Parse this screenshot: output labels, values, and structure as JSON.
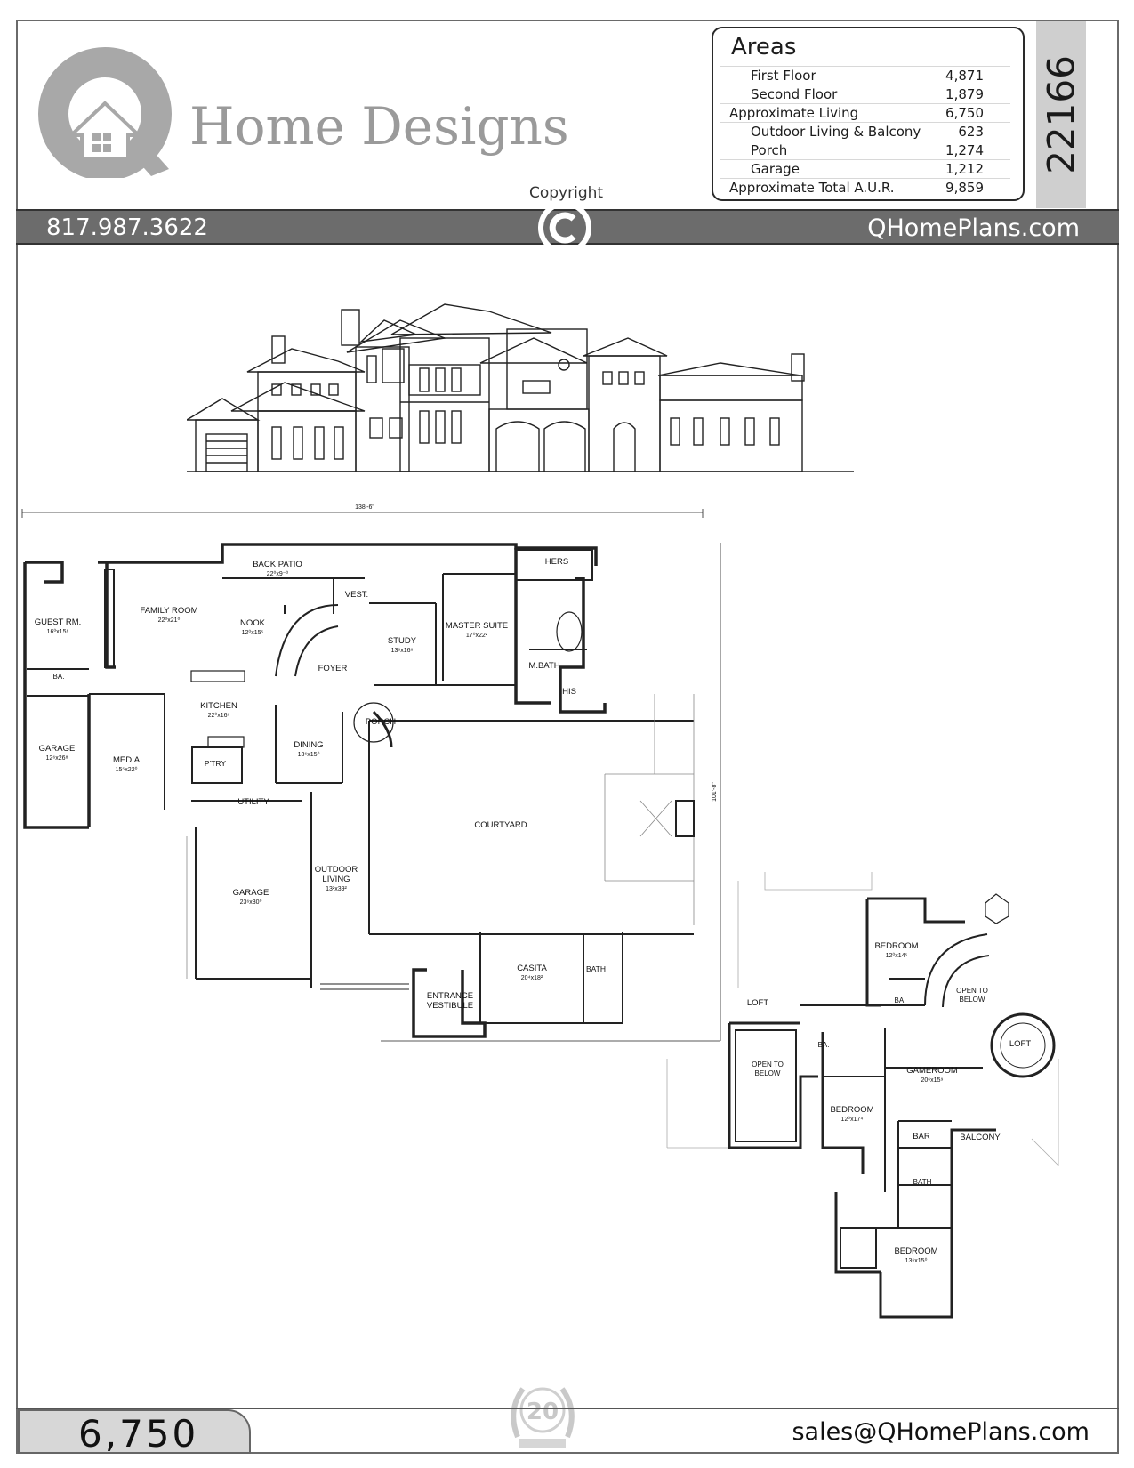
{
  "brand": {
    "name": "Home Designs",
    "phone": "817.987.3622",
    "website": "QHomePlans.com",
    "email": "sales@QHomePlans.com",
    "copyright": "Copyright"
  },
  "plan": {
    "number": "22166",
    "sqft": "6,750"
  },
  "areas": {
    "title": "Areas",
    "rows": [
      {
        "label": "First Floor",
        "value": "4,871"
      },
      {
        "label": "Second Floor",
        "value": "1,879"
      },
      {
        "label": "Approximate Living",
        "value": "6,750"
      },
      {
        "label": "Outdoor Living & Balcony",
        "value": "623"
      },
      {
        "label": "Porch",
        "value": "1,274"
      },
      {
        "label": "Garage",
        "value": "1,212"
      },
      {
        "label": "Approximate Total A.U.R.",
        "value": "9,859"
      }
    ]
  },
  "first_floor": {
    "overall_width": "138'-6\"",
    "overall_depth": "101'-8\"",
    "rooms": {
      "back_patio": "BACK PATIO",
      "back_patio_dim": "22⁰x9⁻⁰",
      "family_room": "FAMILY ROOM",
      "family_room_dim": "22⁰x21⁰",
      "guest_rm": "GUEST RM.",
      "guest_rm_dim": "16⁰x15⁸",
      "nook": "NOOK",
      "nook_dim": "12⁰x15⁵",
      "vest": "VEST.",
      "hers": "HERS",
      "master_suite": "MASTER SUITE",
      "master_suite_dim": "17⁰x22²",
      "study": "STUDY",
      "study_dim": "13⁶x16⁶",
      "foyer": "FOYER",
      "m_bath": "M.BATH",
      "his": "HIS",
      "ba": "BA.",
      "kitchen": "KITCHEN",
      "kitchen_dim": "22⁰x16⁶",
      "porch": "PORCH",
      "garage_left": "GARAGE",
      "garage_left_dim": "12⁶x26⁸",
      "media": "MEDIA",
      "media_dim": "15⁵x22⁰",
      "ptry": "P'TRY",
      "dining": "DINING",
      "dining_dim": "13⁶x15⁰",
      "utility": "UTILITY",
      "courtyard": "COURTYARD",
      "garage_main": "GARAGE",
      "garage_main_dim": "23⁶x30⁰",
      "outdoor_living": "OUTDOOR",
      "outdoor_living_2": "LIVING",
      "outdoor_living_dim": "13²x39²",
      "casita": "CASITA",
      "casita_dim": "20⁴x18²",
      "bath": "BATH",
      "entrance": "ENTRANCE",
      "entrance_2": "VESTIBULE"
    }
  },
  "second_floor": {
    "rooms": {
      "bedroom1": "BEDROOM",
      "bedroom1_dim": "12⁰x14⁵",
      "open_below1": "OPEN TO",
      "open_below1_b": "BELOW",
      "loft1": "LOFT",
      "ba1": "BA.",
      "loft2": "LOFT",
      "open_below2": "OPEN TO",
      "open_below2_b": "BELOW",
      "ba2": "BA.",
      "gameroom": "GAMEROOM",
      "gameroom_dim": "20⁶x15⁹",
      "bedroom2": "BEDROOM",
      "bedroom2_dim": "12⁰x17⁴",
      "bar": "BAR",
      "balcony": "BALCONY",
      "bath": "BATH",
      "bedroom3": "BEDROOM",
      "bedroom3_dim": "13⁶x15⁰"
    }
  },
  "badge": {
    "number": "20"
  },
  "colors": {
    "band": "#6c6c6c",
    "logo": "#a8a8a8",
    "tab": "#cfcfcf"
  }
}
